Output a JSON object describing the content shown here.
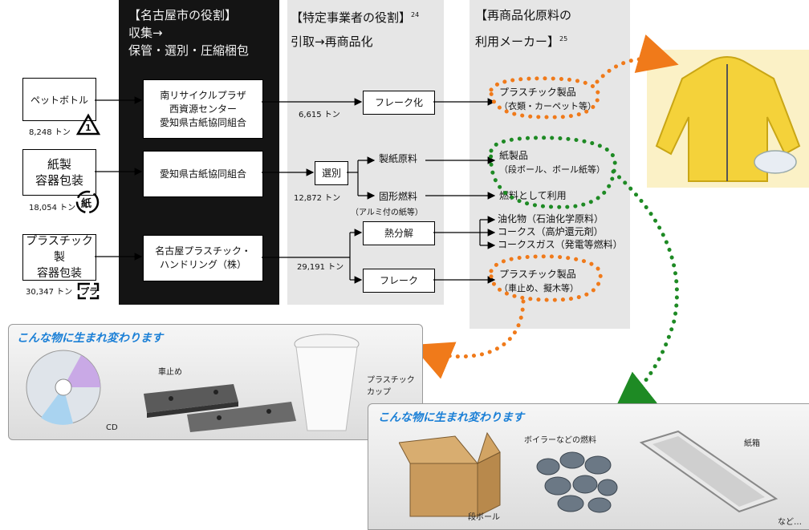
{
  "headers": {
    "city": {
      "title": "【名古屋市の役割】",
      "l1": "収集→",
      "l2": "保管・選別・圧縮梱包"
    },
    "business": {
      "title": "【特定事業者の役割】",
      "ref": "24",
      "l1": "引取→再商品化"
    },
    "maker": {
      "title": "【再商品化原料の",
      "l2": "利用メーカー】",
      "ref": "25"
    }
  },
  "sources": [
    {
      "label": "ペットボトル",
      "amount": "8,248 トン",
      "icon": "pet-recycle-mark",
      "icon_text": "1"
    },
    {
      "label1": "紙製",
      "label2": "容器包装",
      "amount": "18,054 トン",
      "icon": "paper-recycle-mark",
      "icon_text": "紙"
    },
    {
      "label1": "プラスチック製",
      "label2": "容器包装",
      "amount": "30,347 トン",
      "icon": "plastic-recycle-mark",
      "icon_text": "プラ"
    }
  ],
  "city_boxes": [
    {
      "l1": "南リサイクルプラザ",
      "l2": "西資源センター",
      "l3": "愛知県古紙協同組合"
    },
    {
      "l1": "愛知県古紙協同組合"
    },
    {
      "l1": "名古屋プラスチック・",
      "l2": "ハンドリング（株）"
    }
  ],
  "business": {
    "flake": "フレーク化",
    "flake_amount": "6,615 トン",
    "sort": "選別",
    "sort_amount": "12,872 トン",
    "paper_raw": "製紙原料",
    "solid_fuel": "固形燃料",
    "solid_fuel_note": "（アルミ付の紙等）",
    "thermal": "熱分解",
    "flake2": "フレーク",
    "plastic_amount": "29,191 トン"
  },
  "outputs": [
    {
      "l1": "プラスチック製品",
      "l2": "（衣類・カーペット等）"
    },
    {
      "l1": "紙製品",
      "l2": "（段ボール、ボール紙等）"
    },
    {
      "l1": "燃料として利用"
    },
    {
      "l1": "油化物（石油化学原料）"
    },
    {
      "l1": "コークス（高炉還元剤）"
    },
    {
      "l1": "コークスガス（発電等燃料）"
    },
    {
      "l1": "プラスチック製品",
      "l2": "（車止め、擬木等）"
    }
  ],
  "panel_plastic": {
    "title": "こんな物に生まれ変わります",
    "items": [
      "CD",
      "車止め",
      "プラスチック",
      "カップ"
    ]
  },
  "panel_paper": {
    "title": "こんな物に生まれ変わります",
    "items": [
      "段ボール",
      "ボイラーなどの燃料",
      "紙箱",
      "など…"
    ]
  },
  "colors": {
    "orange": "#f07a1a",
    "green": "#1e8a24",
    "jacket": "#f4d23a",
    "panel_title": "#1a7fd6"
  }
}
